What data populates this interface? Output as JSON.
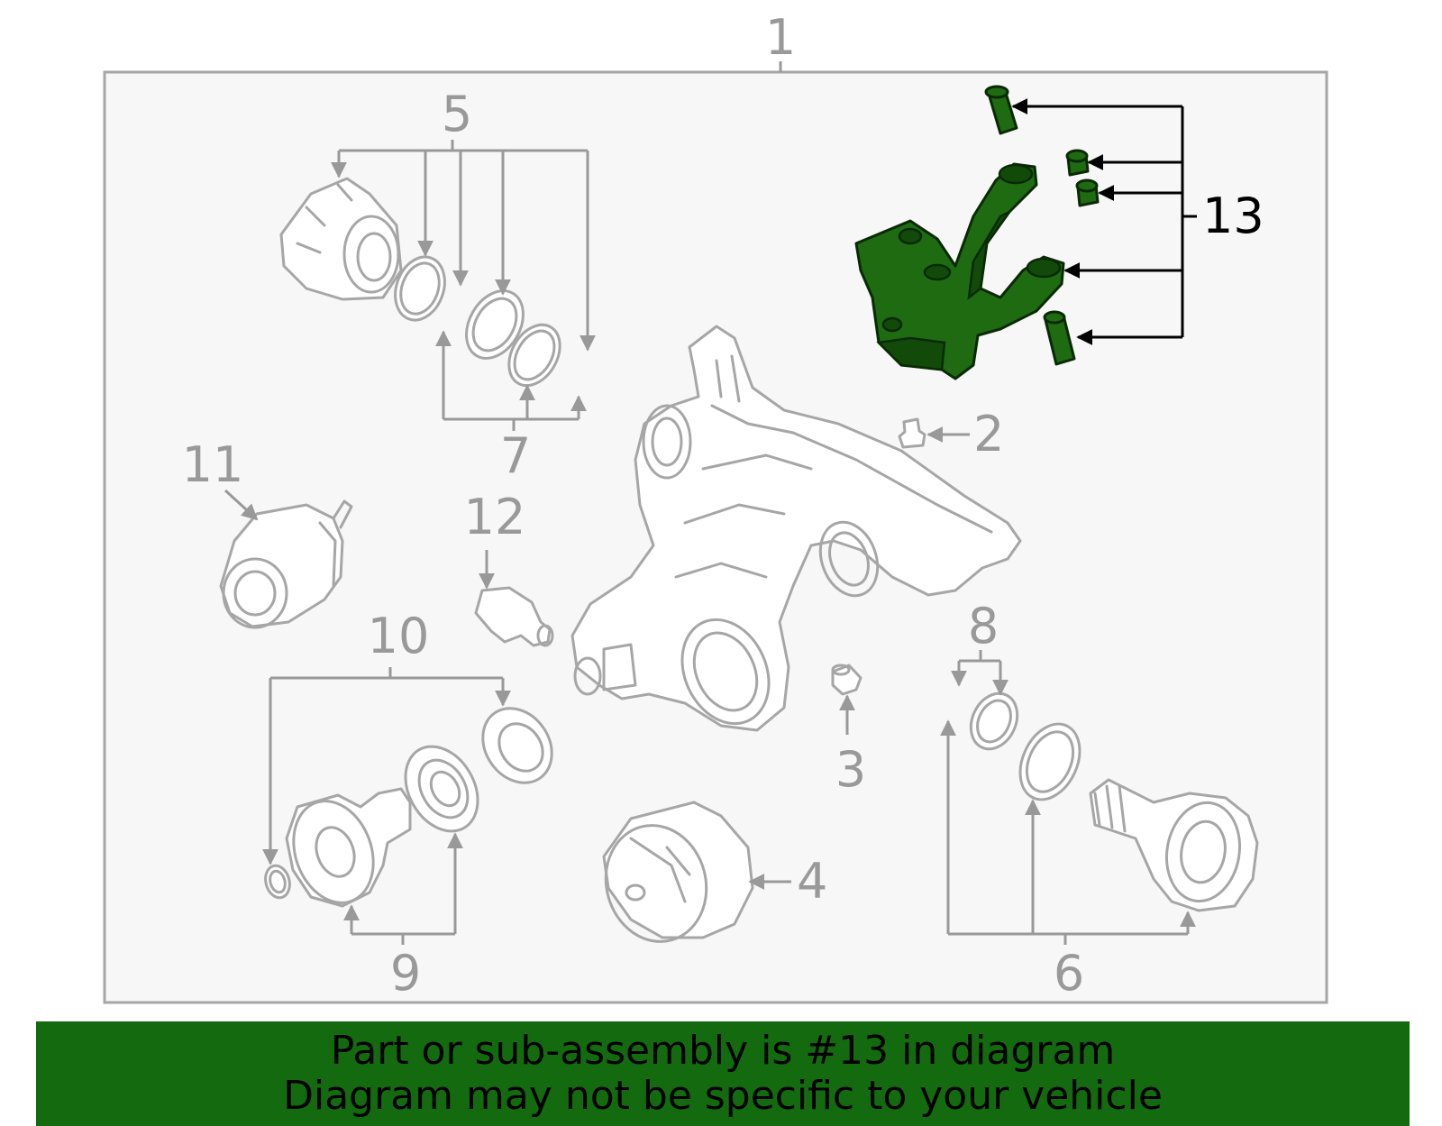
{
  "diagram": {
    "assembly_label": "1",
    "callouts": [
      "2",
      "3",
      "4",
      "5",
      "6",
      "7",
      "8",
      "9",
      "10",
      "11",
      "12",
      "13"
    ],
    "highlighted_callout": "13",
    "colors": {
      "highlight": "#1e6b12",
      "banner": "#146b0f",
      "linework": "#a6a6a6",
      "panel_bg": "#f7f7f7"
    }
  },
  "banner": {
    "line1": "Part or sub-assembly is #13 in diagram",
    "line2": "Diagram may not be specific to your vehicle"
  }
}
